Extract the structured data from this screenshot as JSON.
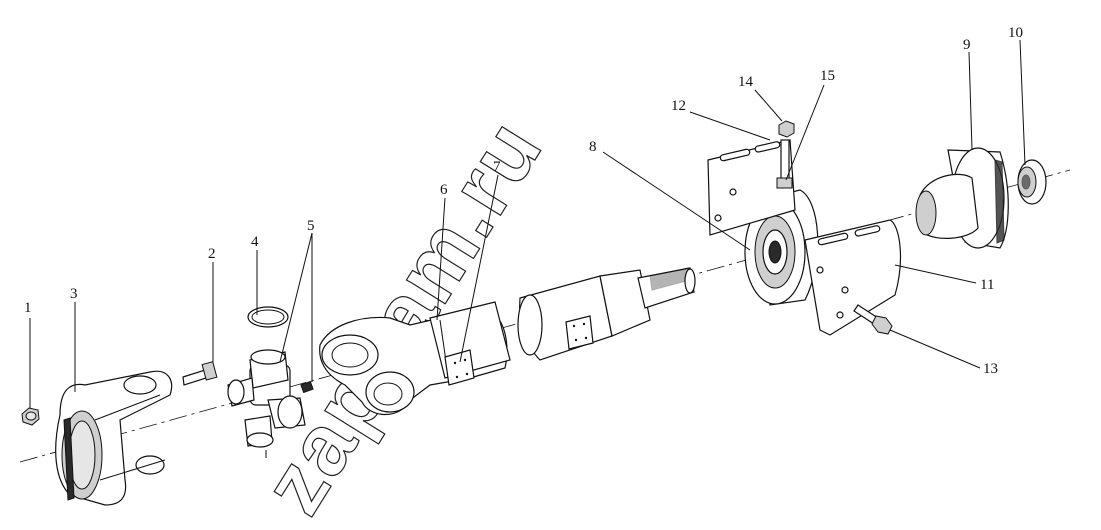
{
  "watermark": "zapkam.ru",
  "callouts": [
    {
      "id": "c1",
      "label": "1"
    },
    {
      "id": "c2",
      "label": "2"
    },
    {
      "id": "c3",
      "label": "3"
    },
    {
      "id": "c4",
      "label": "4"
    },
    {
      "id": "c5",
      "label": "5"
    },
    {
      "id": "c6",
      "label": "6"
    },
    {
      "id": "c7",
      "label": "7"
    },
    {
      "id": "c8",
      "label": "8"
    },
    {
      "id": "c9",
      "label": "9"
    },
    {
      "id": "c10",
      "label": "10"
    },
    {
      "id": "c11",
      "label": "11"
    },
    {
      "id": "c12",
      "label": "12"
    },
    {
      "id": "c13",
      "label": "13"
    },
    {
      "id": "c14",
      "label": "14"
    },
    {
      "id": "c15",
      "label": "15"
    }
  ]
}
